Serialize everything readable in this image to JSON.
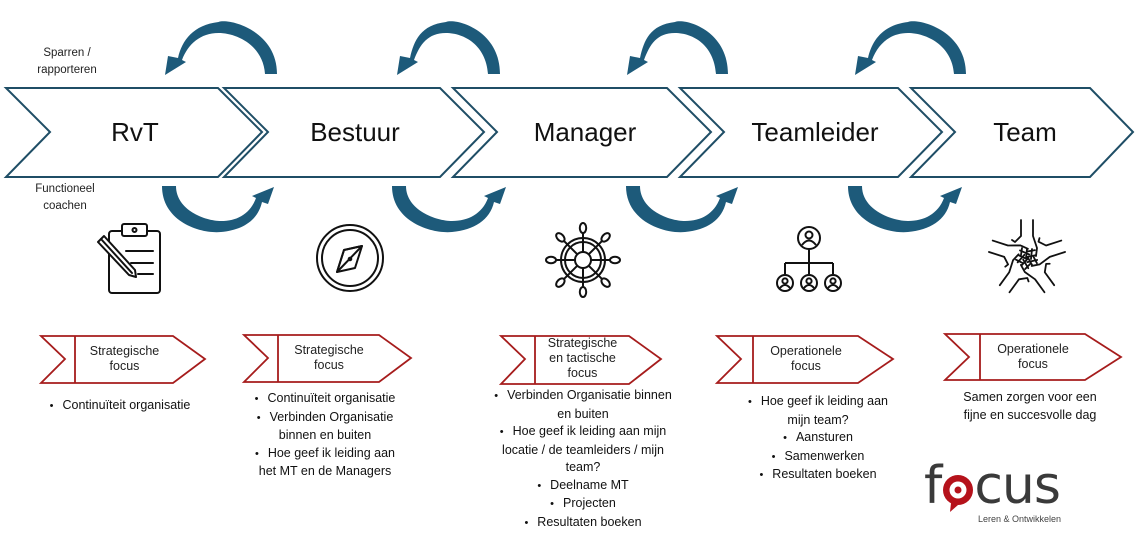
{
  "diagram": {
    "side_labels": {
      "top": "Sparren / rapporteren",
      "top_lines": [
        "Sparren /",
        "rapporteren"
      ],
      "bottom_lines": [
        "Functioneel",
        "coachen"
      ]
    },
    "roles": [
      {
        "label": "RvT",
        "icon": "clipboard-pencil-icon",
        "focus_lines": [
          "Strategische",
          "focus"
        ],
        "items": [
          {
            "lines": [
              "Continuïteit organisatie"
            ],
            "bullet": true
          }
        ]
      },
      {
        "label": "Bestuur",
        "icon": "compass-icon",
        "focus_lines": [
          "Strategische",
          "focus"
        ],
        "items": [
          {
            "lines": [
              "Continuïteit organisatie"
            ],
            "bullet": true
          },
          {
            "lines": [
              "Verbinden Organisatie",
              "binnen en buiten"
            ],
            "bullet": true
          },
          {
            "lines": [
              "Hoe geef ik leiding aan",
              "het MT en de Managers"
            ],
            "bullet": true
          }
        ]
      },
      {
        "label": "Manager",
        "icon": "ship-wheel-icon",
        "focus_lines": [
          "Strategische",
          "en tactische",
          "focus"
        ],
        "items": [
          {
            "lines": [
              "Verbinden Organisatie binnen",
              "en buiten"
            ],
            "bullet": true
          },
          {
            "lines": [
              "Hoe geef ik leiding aan mijn",
              "locatie / de teamleiders / mijn",
              "team?"
            ],
            "bullet": true
          },
          {
            "lines": [
              "Deelname MT"
            ],
            "bullet": true
          },
          {
            "lines": [
              "Projecten"
            ],
            "bullet": true
          },
          {
            "lines": [
              "Resultaten boeken"
            ],
            "bullet": true
          }
        ]
      },
      {
        "label": "Teamleider",
        "icon": "org-chart-icon",
        "focus_lines": [
          "Operationele",
          "focus"
        ],
        "items": [
          {
            "lines": [
              "Hoe geef ik leiding aan",
              "mijn team?"
            ],
            "bullet": true
          },
          {
            "lines": [
              "Aansturen"
            ],
            "bullet": true
          },
          {
            "lines": [
              "Samenwerken"
            ],
            "bullet": true
          },
          {
            "lines": [
              "Resultaten boeken"
            ],
            "bullet": true
          }
        ]
      },
      {
        "label": "Team",
        "icon": "hands-together-icon",
        "focus_lines": [
          "Operationele",
          "focus"
        ],
        "items": [
          {
            "lines": [
              "Samen zorgen voor een",
              "fijne en succesvolle dag"
            ],
            "bullet": false
          }
        ]
      }
    ]
  },
  "logo": {
    "word_prefix": "f",
    "word_suffix": "cus",
    "tagline": "Leren & Ontwikkelen",
    "brand_red": "#b5121b",
    "brand_gray": "#3a3a3a"
  },
  "colors": {
    "chevron_stroke": "#1f4e66",
    "arrow_fill": "#1d5a7a",
    "focus_stroke": "#a61c1c"
  }
}
